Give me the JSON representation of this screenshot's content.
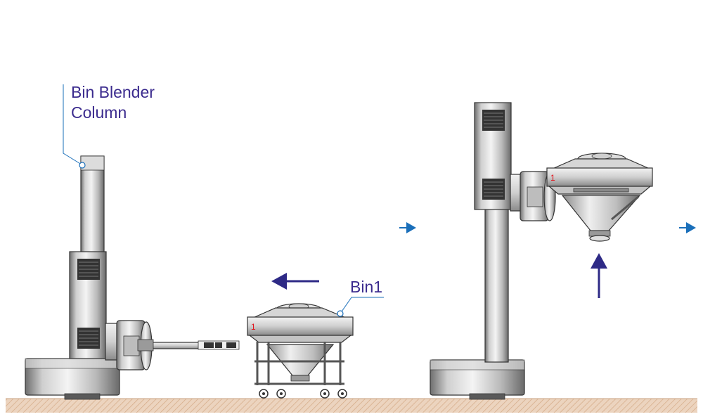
{
  "labels": {
    "column_line1": "Bin Blender",
    "column_line2": "Column",
    "bin": "Bin1",
    "bin_number_left": "1",
    "bin_number_right": "1"
  },
  "colors": {
    "callout": "#3b2b8e",
    "arrow_dark": "#2e2a86",
    "arrow_blue": "#1a6fba",
    "floor": "#e6c9b0",
    "steel_light": "#e8e8e8",
    "steel_dark": "#7d7d7d",
    "bin_number": "#e3121a"
  },
  "arrows": {
    "bin_move_direction": "left",
    "lift_direction": "up",
    "step_indicators": [
      "right",
      "right"
    ]
  }
}
